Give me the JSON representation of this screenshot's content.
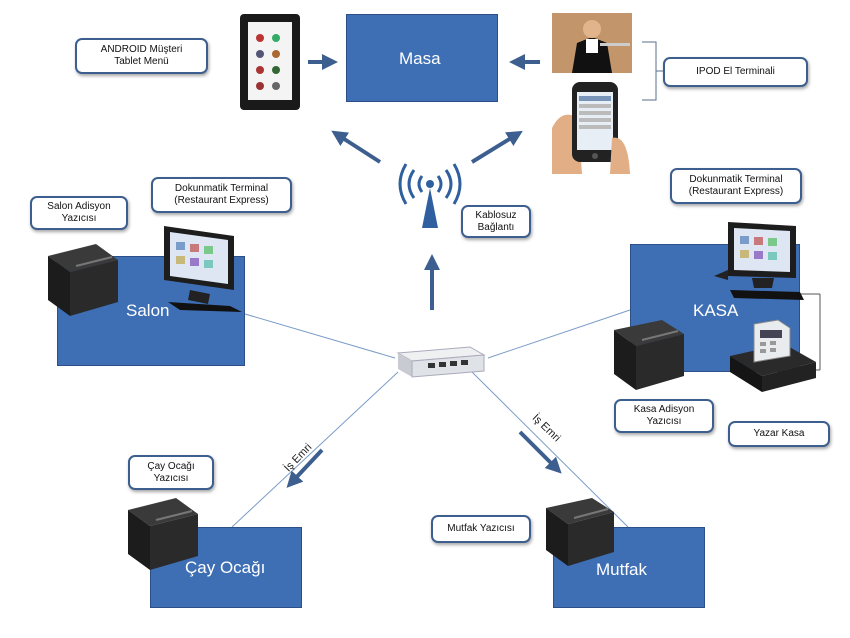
{
  "nodes": {
    "masa": "Masa",
    "salon": "Salon",
    "kasa": "KASA",
    "cay_ocagi": "Çay Ocağı",
    "mutfak": "Mutfak"
  },
  "callouts": {
    "android_line1": "ANDROID Müşteri",
    "android_line2": "Tablet Menü",
    "ipod": "IPOD El Terminali",
    "kablosuz_line1": "Kablosuz",
    "kablosuz_line2": "Bağlantı",
    "salon_printer_line1": "Salon Adisyon",
    "salon_printer_line2": "Yazıcısı",
    "salon_terminal_line1": "Dokunmatik Terminal",
    "salon_terminal_line2": "(Restaurant Express)",
    "kasa_terminal_line1": "Dokunmatik Terminal",
    "kasa_terminal_line2": "(Restaurant Express)",
    "kasa_printer_line1": "Kasa Adisyon",
    "kasa_printer_line2": "Yazıcısı",
    "yazar_kasa": "Yazar Kasa",
    "cay_printer_line1": "Çay Ocağı",
    "cay_printer_line2": "Yazıcısı",
    "mutfak_printer": "Mutfak Yazıcısı"
  },
  "edges": {
    "cay_label": "İş Emri",
    "mutfak_label": "İş Emri"
  },
  "colors": {
    "box_fill": "#3e6fb4",
    "arrow": "#3d5f8f",
    "callout_border": "#3d5f8f"
  },
  "icons": [
    "android-tablet-icon",
    "waiter-photo-icon",
    "iphone-icon",
    "wireless-antenna-icon",
    "network-switch-icon",
    "receipt-printer-icon",
    "touch-terminal-icon",
    "cash-register-icon"
  ]
}
